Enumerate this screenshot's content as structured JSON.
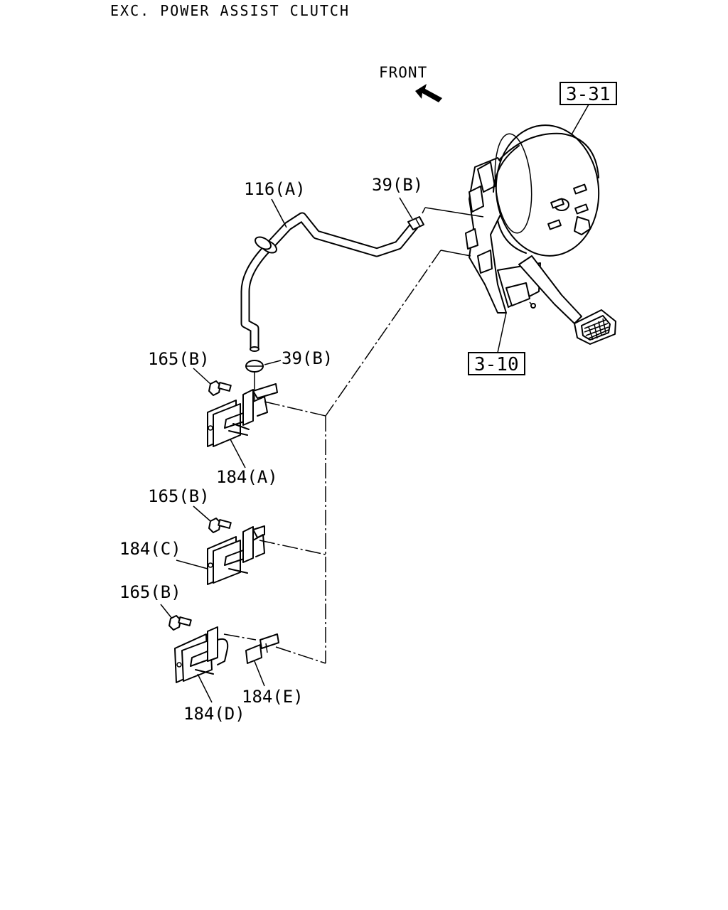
{
  "title": "EXC. POWER ASSIST CLUTCH",
  "front_label": "FRONT",
  "refs": {
    "booster": "3-31",
    "pedal": "3-10"
  },
  "callouts": {
    "hose": "116(A)",
    "clip_top": "39(B)",
    "clip_mid": "39(B)",
    "bolt_a": "165(B)",
    "bracket_a": "184(A)",
    "bolt_c": "165(B)",
    "bracket_c": "184(C)",
    "bolt_d": "165(B)",
    "bracket_d": "184(D)",
    "bracket_e": "184(E)"
  },
  "colors": {
    "line": "#000000",
    "background": "#ffffff"
  },
  "icons": {
    "front_arrow": "front-direction-arrow-icon"
  }
}
